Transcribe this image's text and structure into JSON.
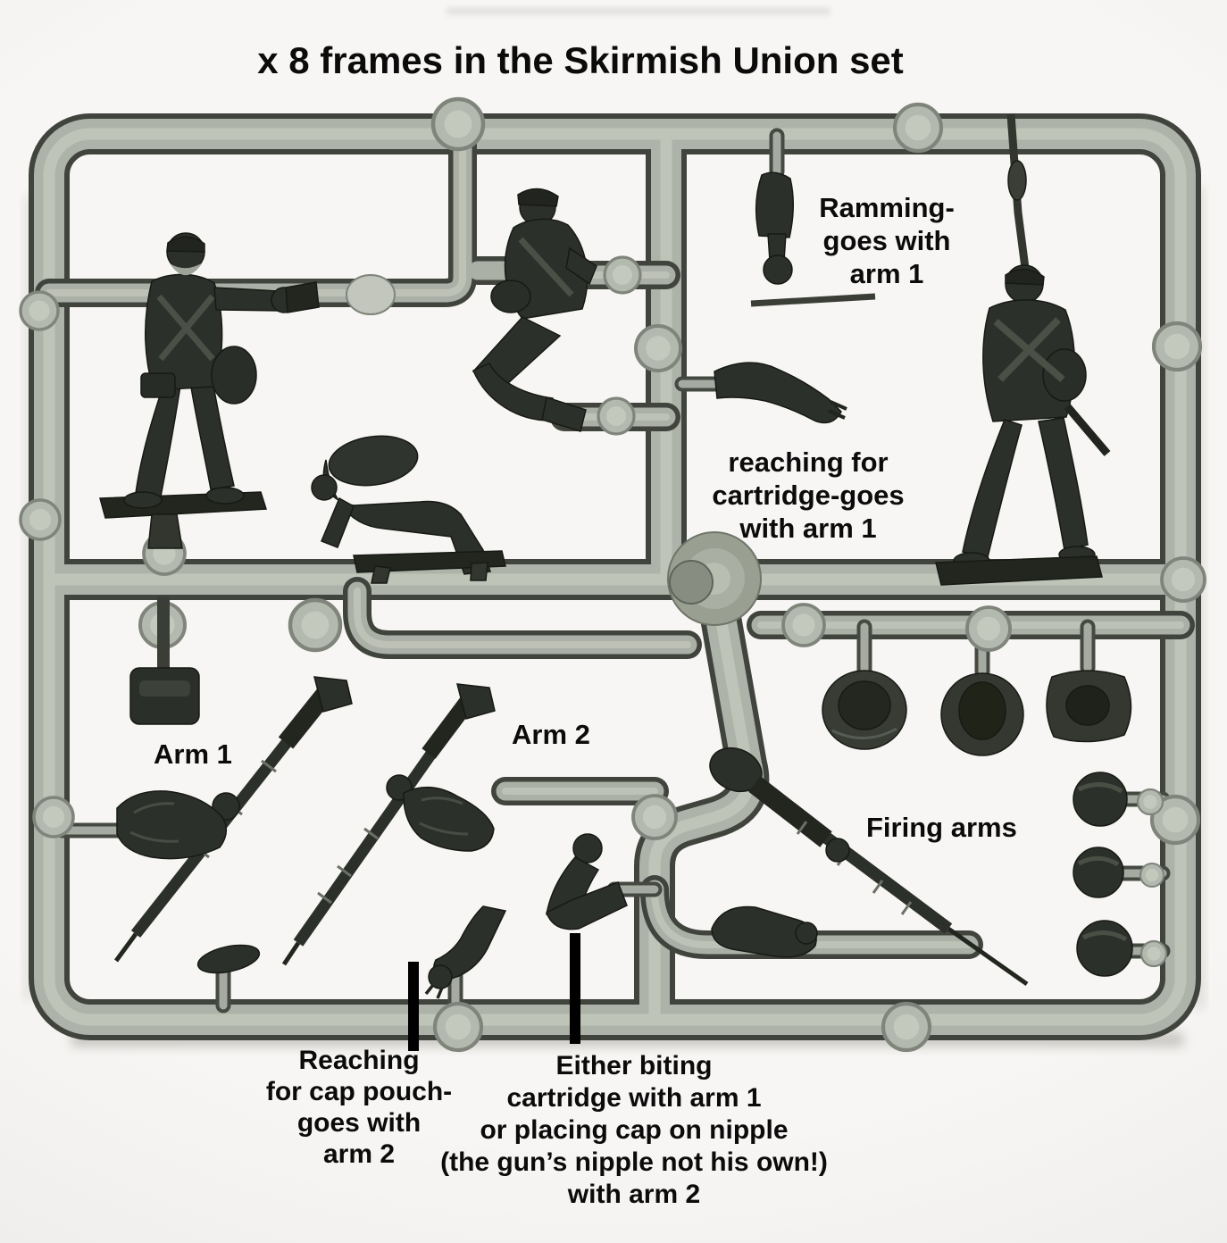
{
  "title": "x 8 frames in the Skirmish Union set",
  "labels": {
    "ramming": "Ramming-\ngoes with\narm 1",
    "reaching_cartridge": "reaching for\ncartridge-goes\nwith arm 1",
    "arm1": "Arm 1",
    "arm2": "Arm 2",
    "firing_arms": "Firing arms",
    "cap_pouch": "Reaching\nfor cap pouch-\ngoes with\narm 2",
    "either_biting": "Either biting\ncartridge with arm 1\nor placing cap on nipple\n(the gun’s nipple not his own!)\nwith arm 2"
  },
  "subject": {
    "description_of_photo": "Light grey polystyrene sprue frame holding dark grey American Civil War Union skirmisher parts",
    "figures": [
      "standing-infantryman",
      "kneeling-infantryman",
      "crawling-infantryman",
      "advancing-infantryman"
    ],
    "loose_parts": [
      "ramming-arm",
      "reaching-for-cartridge-arm",
      "arm-1-with-musket",
      "arm-2-with-musket",
      "firing-arms-with-musket",
      "biting-cartridge-arm",
      "cap-pouch-arm",
      "three-hats",
      "three-heads",
      "cap-pouch-box"
    ]
  },
  "colors": {
    "background": "#f8f6f4",
    "sprue_grey": "#aeb3a9",
    "sprue_edge": "#40443d",
    "plastic_dark": "#2c302a",
    "text": "#0b0b0b"
  }
}
